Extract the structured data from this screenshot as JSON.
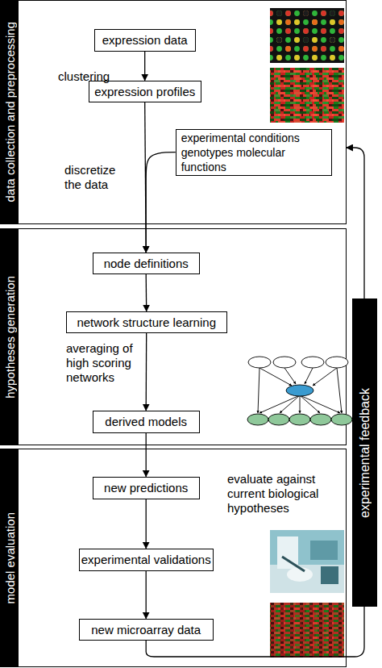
{
  "diagram": {
    "nodes": [
      {
        "text": [
          "data collection and preprocessing"
        ]
      },
      {
        "text": [
          "expression data"
        ],
        "in": 0
      },
      {
        "text": [
          "expression profiles"
        ],
        "in": 0
      },
      {
        "text": [
          "experimental conditions genotypes molecular functions"
        ],
        "in": 0
      },
      {
        "text": [
          "hypotheses generation"
        ]
      },
      {
        "text": [
          "node definitions"
        ],
        "in": 4
      },
      {
        "text": [
          "network structure learning"
        ],
        "in": 4
      },
      {
        "text": [
          "derived models"
        ],
        "in": 4
      },
      {
        "text": [
          "model evaluation"
        ]
      },
      {
        "text": [
          "new predictions"
        ],
        "in": 8
      },
      {
        "text": [
          "experimental validations"
        ],
        "in": 8
      },
      {
        "text": [
          "new microarray data"
        ],
        "in": 8
      }
    ],
    "edges": [
      {
        "from": 1,
        "to": 2,
        "arrow": "to",
        "label": "clustering"
      },
      {
        "from": 2,
        "to": 5,
        "arrow": "to",
        "label": "discretize the data"
      },
      {
        "from": 3,
        "to": 5,
        "arrow": "to"
      },
      {
        "from": 5,
        "to": 6,
        "arrow": "to"
      },
      {
        "from": 6,
        "to": 7,
        "arrow": "to",
        "label": "averaging of high scoring networks"
      },
      {
        "from": 7,
        "to": 9,
        "arrow": "to"
      },
      {
        "from": 9,
        "to": 10,
        "arrow": "to"
      },
      {
        "from": 10,
        "to": 11,
        "arrow": "to"
      },
      {
        "from": 11,
        "to": 0,
        "arrow": "to",
        "label": "experimental feedback"
      }
    ],
    "labels": [
      "evaluate against current biological hypotheses"
    ]
  }
}
